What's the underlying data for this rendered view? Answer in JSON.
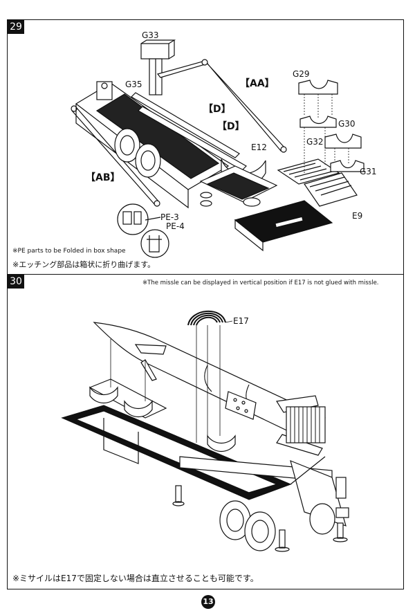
{
  "steps": [
    {
      "number": "29",
      "labels": {
        "g33": "G33",
        "g35": "G35",
        "aa": "【AA】",
        "d1": "【D】",
        "d2": "【D】",
        "e12": "E12",
        "g29": "G29",
        "g30": "G30",
        "g32": "G32",
        "g31": "G31",
        "e9": "E9",
        "ab": "【AB】",
        "pe3": "PE-3",
        "pe4": "PE-4"
      },
      "notes": {
        "en": "※PE parts to be Folded in box shape",
        "jp": "※エッチング部品は箱状に折り曲げます。"
      }
    },
    {
      "number": "30",
      "labels": {
        "e17": "E17"
      },
      "notes": {
        "en": "※The missle can be displayed in vertical position if E17 is not glued with missle.",
        "jp": "※ミサイルはE17で固定しない場合は直立させることも可能です。"
      }
    }
  ],
  "page_number": "13"
}
